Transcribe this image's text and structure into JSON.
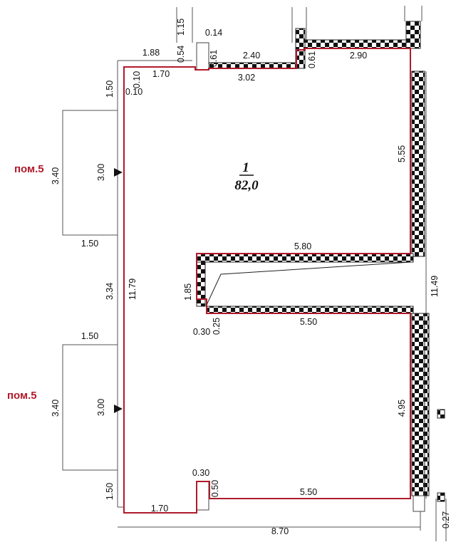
{
  "room": {
    "number": "1",
    "area": "82,0"
  },
  "adjacent": {
    "upper": "пом.5",
    "lower": "пом.5"
  },
  "dimensions": {
    "top_a": "1.15",
    "top_b": "0.54",
    "top_c": "0.14",
    "top_d": "1.88",
    "top_e": "0.61",
    "top_f": "2.40",
    "top_g": "0.61",
    "top_h": "2.90",
    "top_i": "0.10",
    "top_j": "1.70",
    "top_k": "3.02",
    "left_a": "1.50",
    "left_b": "0.10",
    "left_c": "3.40",
    "left_d": "3.00",
    "left_e": "1.50",
    "left_f": "3.34",
    "left_g": "11.79",
    "left_h": "1.50",
    "left_i": "3.40",
    "left_j": "3.00",
    "left_k": "1.50",
    "bottom_a": "1.70",
    "bottom_b": "0.30",
    "bottom_c": "0.50",
    "bottom_d": "5.50",
    "bottom_e": "8.70",
    "bottom_f": "0.27",
    "right_a": "5.55",
    "right_b": "11.49",
    "right_c": "4.95",
    "mid_a": "5.80",
    "mid_b": "1.85",
    "mid_c": "0.30",
    "mid_d": "0.25",
    "mid_e": "5.50"
  }
}
